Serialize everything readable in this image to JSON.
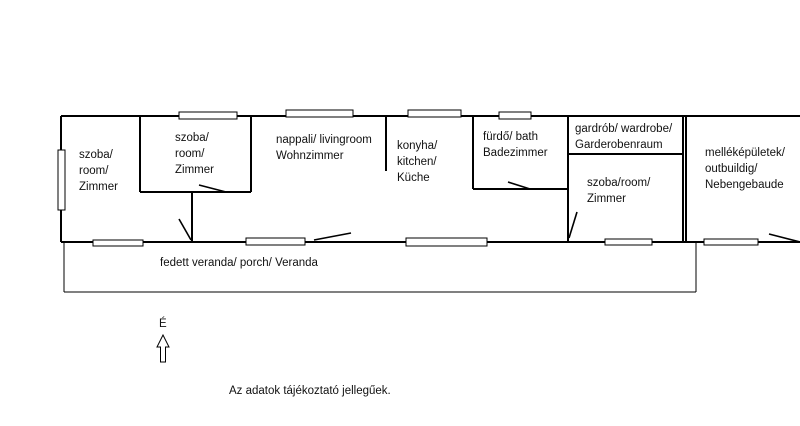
{
  "rooms": {
    "room1": "szoba/\nroom/\nZimmer",
    "room2": "szoba/\nroom/\nZimmer",
    "living": "nappali/ livingroom\nWohnzimmer",
    "kitchen": "konyha/\nkitchen/\nKüche",
    "bath": "fürdő/ bath\nBadezimmer",
    "wardrobe": "gardrób/ wardrobe/\nGarderobenraum",
    "room3": "szoba/room/\nZimmer",
    "outbuilding": "melléképületek/\noutbuildig/\nNebengebaude"
  },
  "veranda": "fedett veranda/ porch/ Veranda",
  "compass": "É",
  "note": "Az adatok tájékoztató jellegűek."
}
